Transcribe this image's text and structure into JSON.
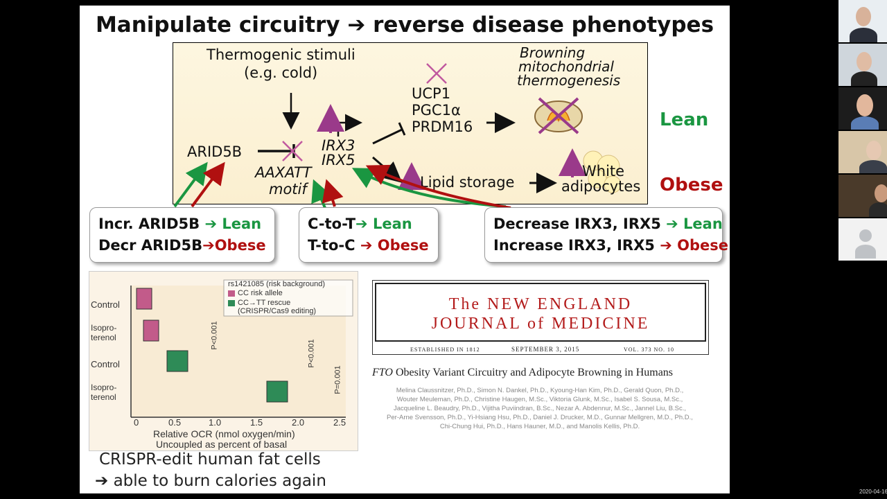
{
  "slide": {
    "title": "Manipulate circuitry ➔ reverse disease phenotypes",
    "diagram": {
      "thermo_line1": "Thermogenic stimuli",
      "thermo_line2": "(e.g. cold)",
      "arid5b": "ARID5B",
      "motif_line1": "AAXATT",
      "motif_line2": "motif",
      "irx3": "IRX3",
      "irx5": "IRX5",
      "ucp1": "UCP1",
      "pgc1a": "PGC1α",
      "prdm16": "PRDM16",
      "browning_line1": "Browning",
      "browning_line2": "mitochondrial",
      "browning_line3": "thermogenesis",
      "lipid": "Lipid storage",
      "white_line1": "White",
      "white_line2": "adipocytes"
    },
    "label_lean": "Lean",
    "label_obese": "Obese",
    "box1": {
      "row1_prefix": "Incr. ARID5B ",
      "row1_arrow": "➔",
      "row1_result": " Lean",
      "row2_prefix": "Decr ARID5B",
      "row2_arrow": "➔",
      "row2_result": "Obese"
    },
    "box2": {
      "row1_prefix": "C-to-T",
      "row1_arrow": "➔",
      "row1_result": " Lean",
      "row2_prefix": "T-to-C ",
      "row2_arrow": "➔",
      "row2_result": " Obese"
    },
    "box3": {
      "row1_prefix": "Decrease IRX3, IRX5 ",
      "row1_arrow": "➔",
      "row1_result": " Lean",
      "row2_prefix": "Increase IRX3, IRX5 ",
      "row2_arrow": "➔",
      "row2_result": " Obese"
    },
    "plot": {
      "legend_title": "rs1421085 (risk background)",
      "legend_item1": "CC risk allele",
      "legend_item2": "CC→TT rescue",
      "legend_item3": "(CRISPR/Cas9 editing)",
      "row_labels": [
        "Control",
        "Isopro-terenol",
        "Control",
        "Isopro-terenol"
      ],
      "xlabel": "Relative OCR (nmol oxygen/min)",
      "xlabel2": "Uncoupled as percent of basal",
      "ticks": [
        "0",
        "0.5",
        "1.0",
        "1.5",
        "2.0",
        "2.5"
      ],
      "pvalues": [
        "P<0.001",
        "P<0.001",
        "P=0.001"
      ]
    },
    "caption_line1": "CRISPR-edit human fat cells",
    "caption_line2": "➔ able to burn calories again",
    "nejm": {
      "line1": "The NEW ENGLAND",
      "line2": "JOURNAL of MEDICINE",
      "established": "ESTABLISHED IN 1812",
      "date": "SEPTEMBER 3, 2015",
      "volume": "VOL. 373   NO. 10"
    },
    "paper_title_italic": "FTO",
    "paper_title_rest": " Obesity Variant Circuitry and Adipocyte Browning in Humans",
    "authors": [
      "Melina Claussnitzer, Ph.D., Simon N. Dankel, Ph.D., Kyoung-Han Kim, Ph.D., Gerald Quon, Ph.D.,",
      "Wouter Meuleman, Ph.D., Christine Haugen, M.Sc., Viktoria Glunk, M.Sc., Isabel S. Sousa, M.Sc.,",
      "Jacqueline L. Beaudry, Ph.D., Vijitha Puviindran, B.Sc., Nezar A. Abdennur, M.Sc., Jannel Liu, B.Sc.,",
      "Per-Arne Svensson, Ph.D., Yi-Hsiang Hsu, Ph.D., Daniel J. Drucker, M.D., Gunnar Mellgren, M.D., Ph.D.,",
      "Chi-Chung Hui, Ph.D., Hans Hauner, M.D., and Manolis Kellis, Ph.D."
    ]
  },
  "participants": [
    "participant-1",
    "participant-2",
    "participant-3",
    "participant-4",
    "participant-5",
    "participant-6"
  ],
  "timestamp": "2020-04-16",
  "colors": {
    "lean": "#1a9641",
    "obese": "#b01010",
    "nejm_red": "#b31b1b",
    "arrow_purple": "#9a3a8a"
  }
}
